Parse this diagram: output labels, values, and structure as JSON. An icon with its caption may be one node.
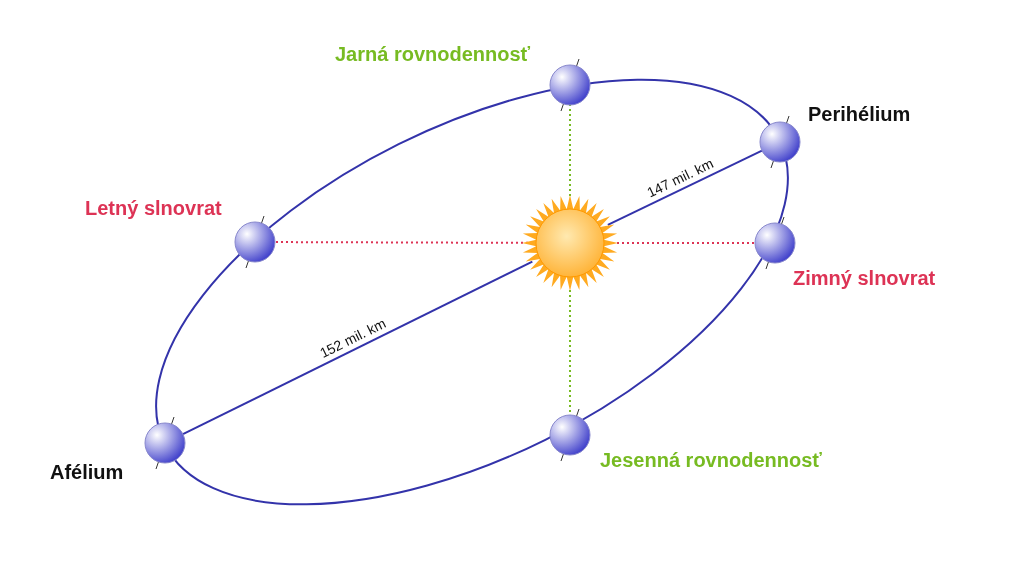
{
  "diagram": {
    "nodes": [
      {
        "text": [],
        "shape": "circle"
      },
      {
        "text": [
          "Jarná rovnodennosť"
        ]
      },
      {
        "text": [
          "Perihélium"
        ]
      },
      {
        "text": [
          "Letný slnovrat"
        ]
      },
      {
        "text": [
          "Zimný slnovrat"
        ]
      },
      {
        "text": [
          "Afélium"
        ]
      },
      {
        "text": [
          "Jesenná rovnodennosť"
        ]
      }
    ],
    "edges": [
      {
        "from": 0,
        "to": 1,
        "arrow": "none",
        "style": "dashed",
        "color": "#77bb22"
      },
      {
        "from": 0,
        "to": 2,
        "arrow": "none",
        "label": "147 mil.  km",
        "color": "#3333aa"
      },
      {
        "from": 0,
        "to": 3,
        "arrow": "none",
        "style": "dashed",
        "color": "#dd3355"
      },
      {
        "from": 0,
        "to": 4,
        "arrow": "none",
        "style": "dashed",
        "color": "#dd3355"
      },
      {
        "from": 0,
        "to": 5,
        "arrow": "none",
        "label": "152 mil.  km",
        "color": "#3333aa"
      },
      {
        "from": 0,
        "to": 6,
        "arrow": "none",
        "style": "dashed",
        "color": "#77bb22"
      }
    ]
  }
}
